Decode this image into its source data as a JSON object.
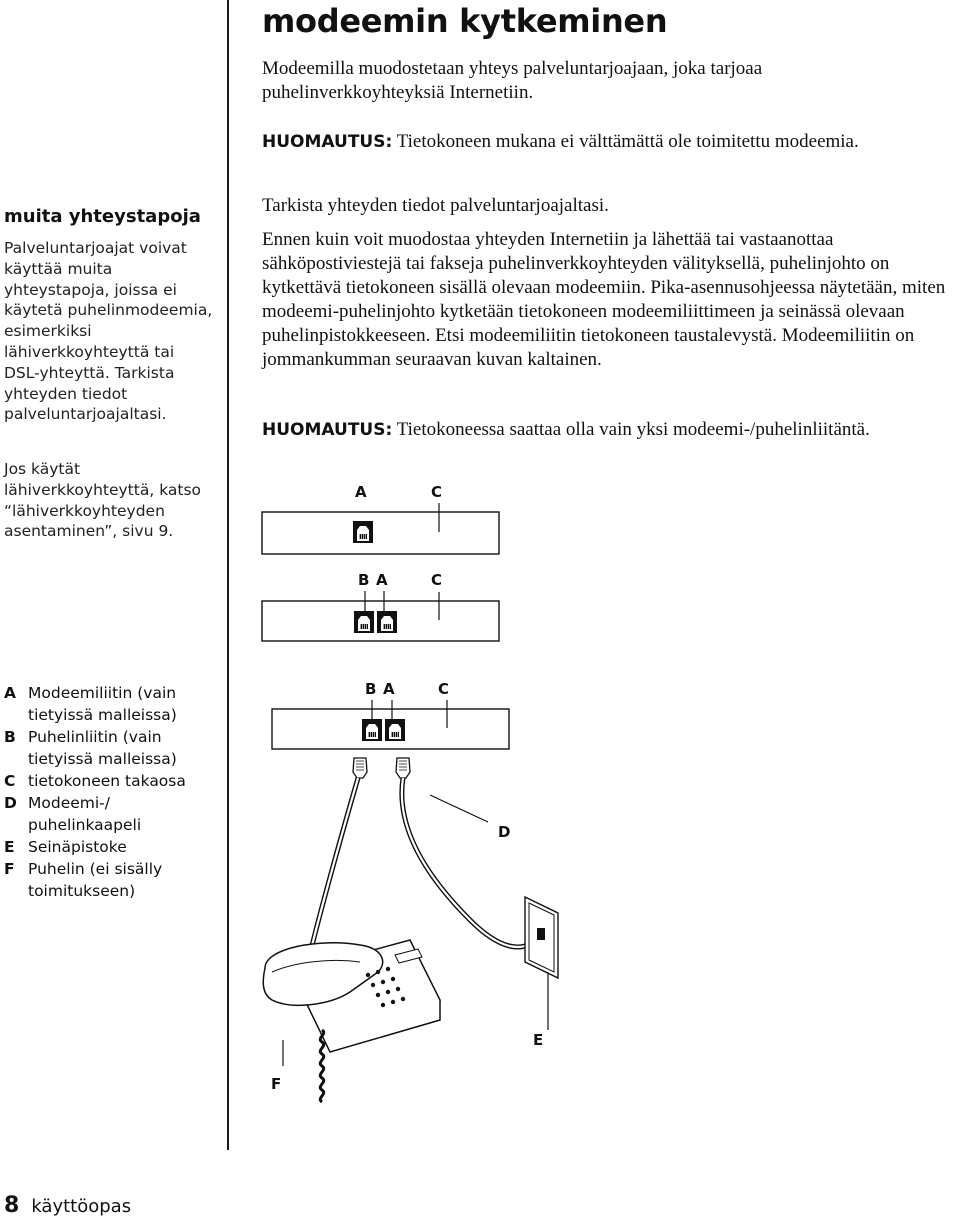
{
  "title": "modeemin kytkeminen",
  "intro": "Modeemilla muodostetaan yhteys palveluntarjoajaan, joka tarjoaa puhelinverkkoyhteyksiä Internetiin.",
  "note1": {
    "label": "HUOMAUTUS:",
    "text": "Tietokoneen mukana ei välttämättä ole toimitettu modeemia."
  },
  "check_text": "Tarkista yhteyden tiedot palveluntarjoajaltasi.",
  "main_paragraph": "Ennen kuin voit muodostaa yhteyden Internetiin ja lähettää tai vastaanottaa sähköpostiviestejä tai fakseja puhelinverkkoyhteyden välityksellä, puhelinjohto on kytkettävä tietokoneen sisällä olevaan modeemiin. Pika-asennusohjeessa näytetään, miten modeemi-puhelinjohto kytketään tietokoneen modeemiliittimeen ja seinässä olevaan puhelinpistokkeeseen. Etsi modeemiliitin tietokoneen taustalevystä. Modeemiliitin on jommankumman seuraavan kuvan kaltainen.",
  "note2": {
    "label": "HUOMAUTUS:",
    "text": "Tietokoneessa saattaa olla vain yksi modeemi-/puhelinliitäntä."
  },
  "sidebar": {
    "heading": "muita yhteystapoja",
    "paragraph1": "Palveluntarjoajat voivat käyttää muita yhteystapoja, joissa ei käytetä puhelinmodeemia, esimerkiksi lähiverkkoyhteyttä tai DSL-yhteyttä. Tarkista yhteyden tiedot palveluntarjoajaltasi.",
    "paragraph2": "Jos käytät lähiverkkoyhteyttä, katso “lähiverkkoyhteyden asentaminen”, sivu 9."
  },
  "legend": [
    {
      "key": "A",
      "text": "Modeemiliitin (vain tietyissä malleissa)"
    },
    {
      "key": "B",
      "text": "Puhelinliitin (vain tietyissä malleissa)"
    },
    {
      "key": "C",
      "text": "tietokoneen takaosa"
    },
    {
      "key": "D",
      "text": "Modeemi-/ puhelinkaapeli"
    },
    {
      "key": "E",
      "text": "Seinäpistoke"
    },
    {
      "key": "F",
      "text": "Puhelin (ei sisälly toimitukseen)"
    }
  ],
  "diagram_labels": {
    "top_a": "A",
    "top_c": "C",
    "mid_b": "B",
    "mid_a": "A",
    "mid_c": "C",
    "bot_b": "B",
    "bot_a": "A",
    "bot_c": "C",
    "d": "D",
    "e": "E",
    "f": "F"
  },
  "footer": {
    "page_number": "8",
    "guide_name": "käyttöopas"
  }
}
